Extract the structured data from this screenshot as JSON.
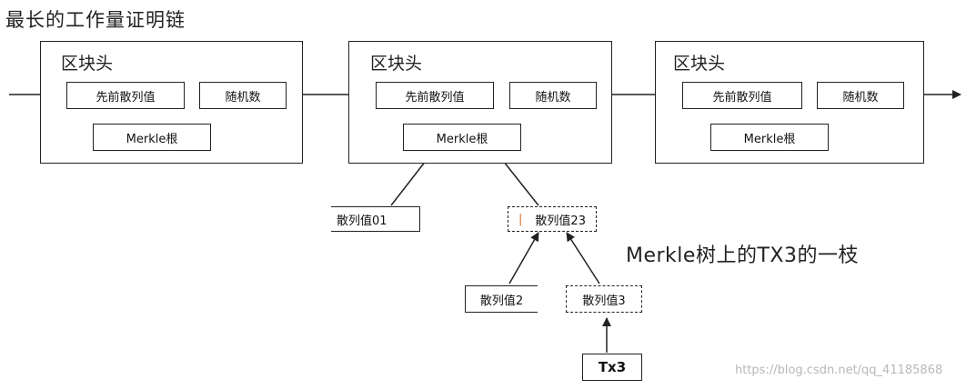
{
  "title": "最长的工作量证明链",
  "blocks": [
    {
      "label": "区块头",
      "prev_hash": "先前散列值",
      "nonce": "随机数",
      "merkle_root": "Merkle根"
    },
    {
      "label": "区块头",
      "prev_hash": "先前散列值",
      "nonce": "随机数",
      "merkle_root": "Merkle根"
    },
    {
      "label": "区块头",
      "prev_hash": "先前散列值",
      "nonce": "随机数",
      "merkle_root": "Merkle根"
    }
  ],
  "tree": {
    "hash01": "散列值01",
    "hash23": "散列值23",
    "hash2": "散列值2",
    "hash3": "散列值3",
    "tx3": "Tx3"
  },
  "caption": "Merkle树上的TX3的一枝",
  "watermark": "https://blog.csdn.net/qq_41185868"
}
